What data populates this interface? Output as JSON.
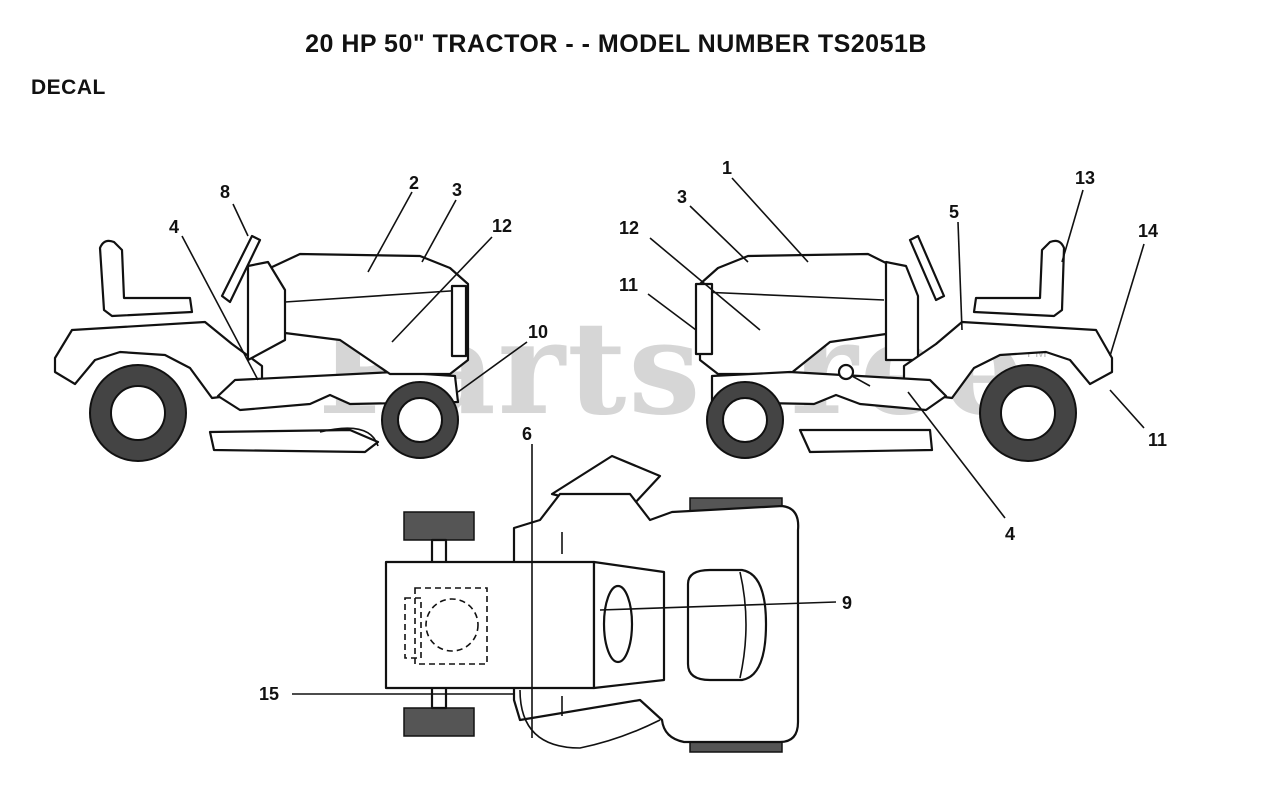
{
  "title": "20 HP 50\" TRACTOR - - MODEL NUMBER TS2051B",
  "section": "DECAL",
  "watermark": "PartsTree",
  "watermark_tm": "TM",
  "callouts": {
    "left_view": {
      "c8": "8",
      "c2": "2",
      "c3": "3",
      "c12": "12",
      "c4": "4",
      "c10": "10"
    },
    "right_view": {
      "c1": "1",
      "c3": "3",
      "c12": "12",
      "c11_top": "11",
      "c13": "13",
      "c5": "5",
      "c14": "14",
      "c11_bottom": "11",
      "c4": "4"
    },
    "top_view": {
      "c6": "6",
      "c9": "9",
      "c15": "15"
    }
  }
}
